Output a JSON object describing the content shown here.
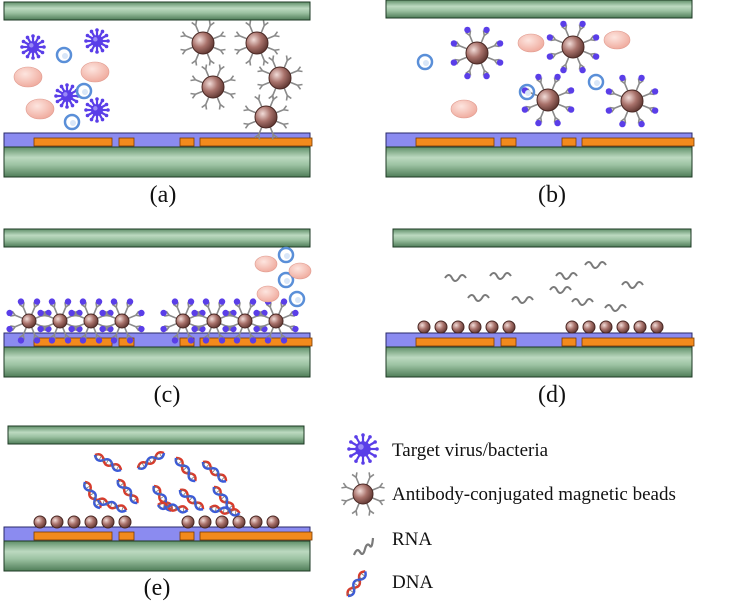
{
  "panels": [
    {
      "label": "(a)"
    },
    {
      "label": "(b)"
    },
    {
      "label": "(c)"
    },
    {
      "label": "(d)"
    },
    {
      "label": "(e)"
    }
  ],
  "legend": {
    "items": [
      {
        "icon": "virus-icon",
        "label": "Target virus/bacteria"
      },
      {
        "icon": "magnetic-bead-icon",
        "label": "Antibody-conjugated magnetic beads"
      },
      {
        "icon": "rna-icon",
        "label": "RNA"
      },
      {
        "icon": "dna-icon",
        "label": "DNA"
      }
    ]
  },
  "colors": {
    "plate": "#8fb796",
    "plate_dark": "#2f5e3a",
    "dielectric": "#8b8bf0",
    "electrode": "#f28a1d",
    "virus": "#5a3ee8",
    "bead": "#8a5a55",
    "antibody": "#8a8a8a",
    "cell": "#f4b9ae",
    "ring": "#5a8fd8",
    "rna": "#7a7a7a",
    "dna_a": "#d93a2a",
    "dna_b": "#3a5ad9"
  }
}
